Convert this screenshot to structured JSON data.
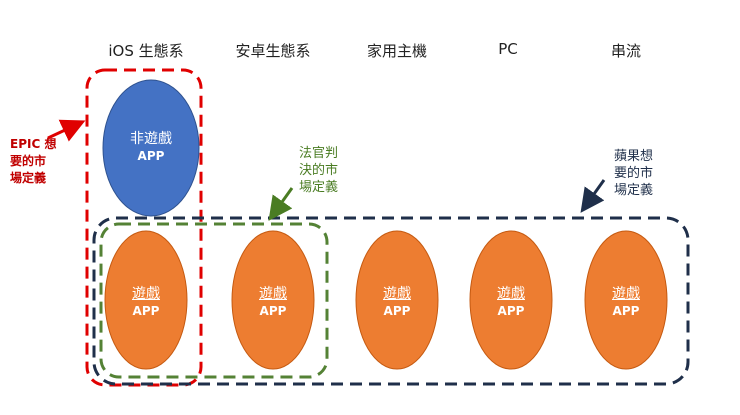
{
  "columns": [
    {
      "header": "iOS 生態系"
    },
    {
      "header": "安卓生態系"
    },
    {
      "header": "家用主機"
    },
    {
      "header": "PC"
    },
    {
      "header": "串流"
    }
  ],
  "non_game_oval": {
    "line1": "非遊戲",
    "line2": "APP"
  },
  "game_ovals": [
    {
      "line1": "遊戲",
      "line2": "APP"
    },
    {
      "line1": "遊戲",
      "line2": "APP"
    },
    {
      "line1": "遊戲",
      "line2": "APP"
    },
    {
      "line1": "遊戲",
      "line2": "APP"
    },
    {
      "line1": "遊戲",
      "line2": "APP"
    }
  ],
  "annotations": {
    "epic": "EPIC 想\n要的市\n場定義",
    "court": "法官判\n決的市\n場定義",
    "apple": "蘋果想\n要的市\n場定義"
  },
  "colors": {
    "orange": "#ed7d31",
    "blue": "#4472c4",
    "red_dashed": "#e00000",
    "green_dashed": "#548235",
    "navy_dashed": "#1f2f4a"
  }
}
